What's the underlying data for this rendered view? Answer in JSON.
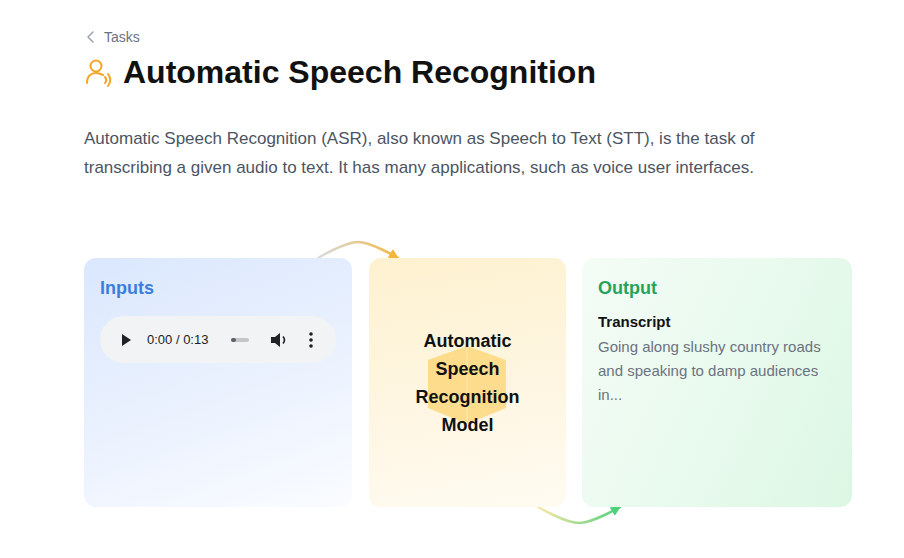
{
  "diagram": {
    "title": "Automatic Speech Recognition",
    "nodes": [
      {
        "text": [
          "Inputs"
        ]
      },
      {
        "text": [
          "0:00 / 0:13"
        ],
        "in": 0
      },
      {
        "text": [
          "Automatic Speech Recognition Model"
        ]
      },
      {
        "text": [
          "Output",
          "Transcript",
          "Going along slushy country roads and speaking to damp audiences in..."
        ]
      }
    ],
    "edges": [
      {
        "from": 0,
        "to": 2,
        "arrow": "to"
      },
      {
        "from": 2,
        "to": 3,
        "arrow": "to"
      }
    ],
    "labels": [
      "Tasks",
      "Automatic Speech Recognition (ASR), also known as Speech to Text (STT), is the task of transcribing a given audio to text. It has many applications, such as voice user interfaces."
    ]
  }
}
